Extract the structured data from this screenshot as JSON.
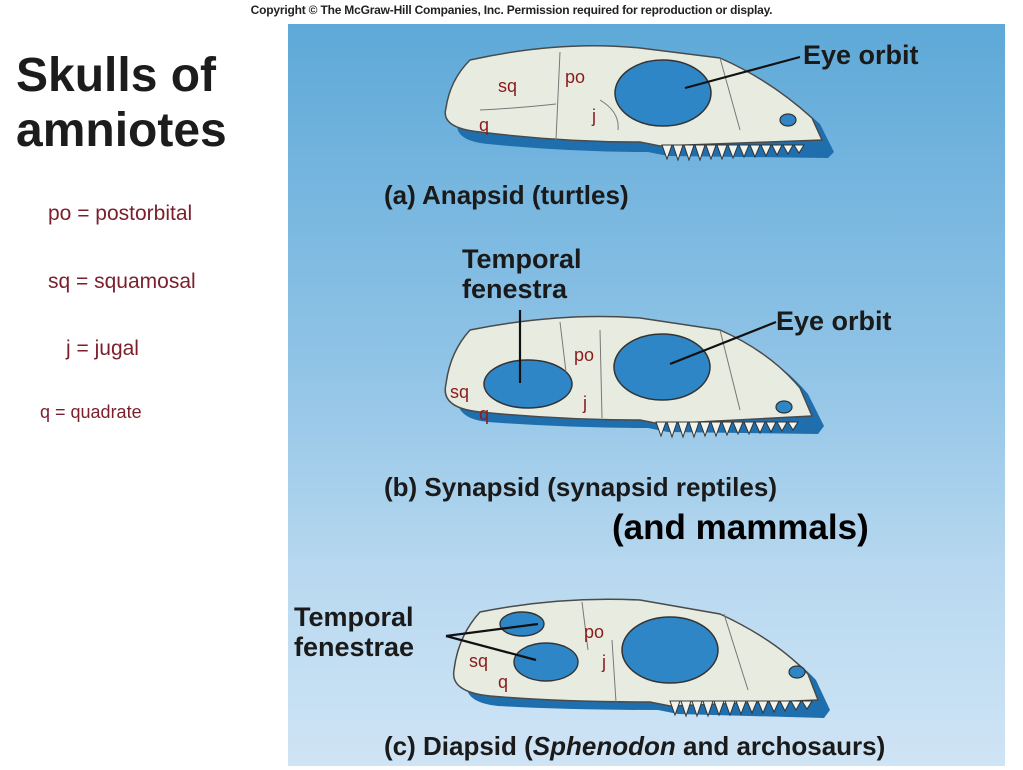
{
  "copyright": "Copyright © The McGraw-Hill Companies, Inc. Permission required for reproduction or display.",
  "title": {
    "line1": "Skulls of",
    "line2": "amniotes"
  },
  "legend": [
    {
      "text": "po = postorbital"
    },
    {
      "text": "sq = squamosal"
    },
    {
      "text": "j = jugal"
    },
    {
      "text": "q = quadrate"
    }
  ],
  "skulls": [
    {
      "caption": "(a) Anapsid (turtles)",
      "labels": [
        "Eye orbit"
      ],
      "bones": {
        "sq": "sq",
        "po": "po",
        "j": "j",
        "q": "q"
      }
    },
    {
      "caption": "(b) Synapsid (synapsid reptiles)",
      "labels": [
        "Temporal",
        "fenestra",
        "Eye orbit"
      ],
      "bones": {
        "sq": "sq",
        "po": "po",
        "j": "j",
        "q": "q"
      },
      "extra": "(and mammals)"
    },
    {
      "caption_pre": "(c) Diapsid (",
      "caption_italic": "Sphenodon",
      "caption_post": " and archosaurs)",
      "labels": [
        "Temporal",
        "fenestrae"
      ],
      "bones": {
        "sq": "sq",
        "po": "po",
        "j": "j",
        "q": "q"
      }
    }
  ],
  "colors": {
    "bone": "#e8ece0",
    "hole": "#2f86c6",
    "legend_text": "#7a1f2b",
    "panel_top": "#5ea9d8"
  }
}
